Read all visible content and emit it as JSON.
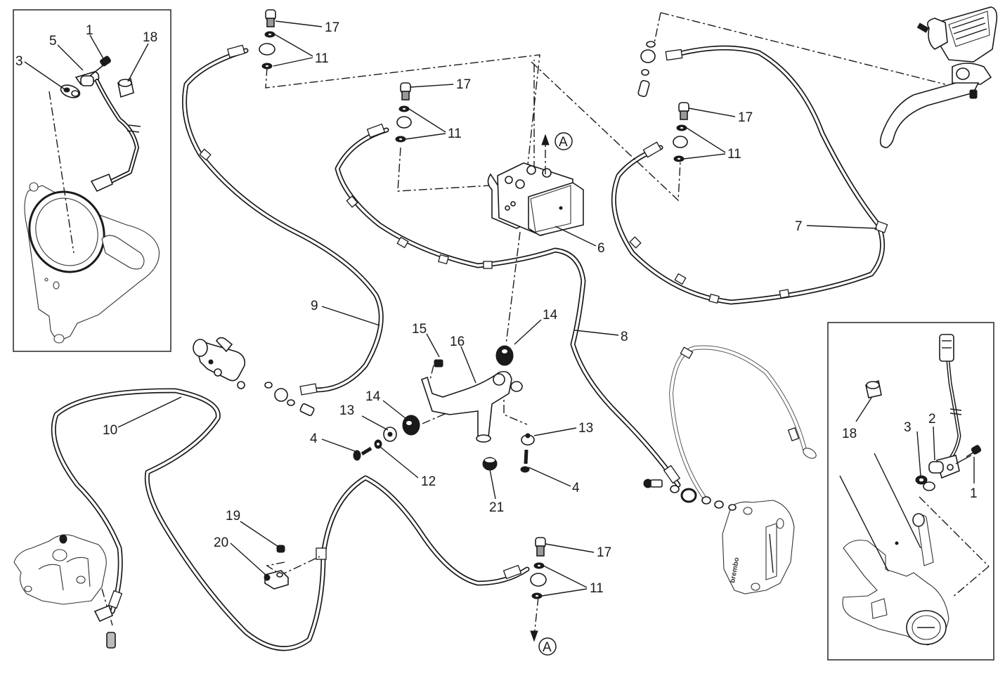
{
  "diagram": {
    "title": "ABS brake system – exploded parts view",
    "reference_labels": [
      {
        "id": "ref-A-top",
        "text": "A"
      },
      {
        "id": "ref-A-bottom",
        "text": "A"
      }
    ],
    "callouts": {
      "inset_left": [
        {
          "number": "1",
          "part": "screw"
        },
        {
          "number": "5",
          "part": "front-speed-sensor"
        },
        {
          "number": "3",
          "part": "spacer"
        },
        {
          "number": "18",
          "part": "cable-clip"
        }
      ],
      "inset_right": [
        {
          "number": "18",
          "part": "cable-clip"
        },
        {
          "number": "2",
          "part": "rear-speed-sensor"
        },
        {
          "number": "3",
          "part": "spacer"
        },
        {
          "number": "1",
          "part": "screw"
        }
      ],
      "main": [
        {
          "number": "17",
          "part": "banjo-bolt-top-left"
        },
        {
          "number": "11",
          "part": "sealing-washers-top-left"
        },
        {
          "number": "17",
          "part": "banjo-bolt-center"
        },
        {
          "number": "11",
          "part": "sealing-washers-center"
        },
        {
          "number": "17",
          "part": "banjo-bolt-right"
        },
        {
          "number": "11",
          "part": "sealing-washers-right"
        },
        {
          "number": "6",
          "part": "abs-control-unit"
        },
        {
          "number": "7",
          "part": "front-brake-hose"
        },
        {
          "number": "8",
          "part": "abs-to-front-caliper-hose"
        },
        {
          "number": "9",
          "part": "rear-master-cylinder-hose"
        },
        {
          "number": "10",
          "part": "rear-caliper-hose"
        },
        {
          "number": "14",
          "part": "rubber-mount-upper"
        },
        {
          "number": "15",
          "part": "screw-small"
        },
        {
          "number": "16",
          "part": "abs-bracket"
        },
        {
          "number": "14",
          "part": "rubber-mount-lower"
        },
        {
          "number": "13",
          "part": "spacer-left"
        },
        {
          "number": "4",
          "part": "screw-left"
        },
        {
          "number": "12",
          "part": "washer"
        },
        {
          "number": "13",
          "part": "spacer-right"
        },
        {
          "number": "4",
          "part": "screw-right"
        },
        {
          "number": "21",
          "part": "rubber-grommet"
        },
        {
          "number": "19",
          "part": "screw-clamp"
        },
        {
          "number": "20",
          "part": "hose-clamp"
        },
        {
          "number": "17",
          "part": "banjo-bolt-bottom"
        },
        {
          "number": "11",
          "part": "sealing-washers-bottom"
        }
      ]
    },
    "caliper_brand_text": "brembo"
  }
}
